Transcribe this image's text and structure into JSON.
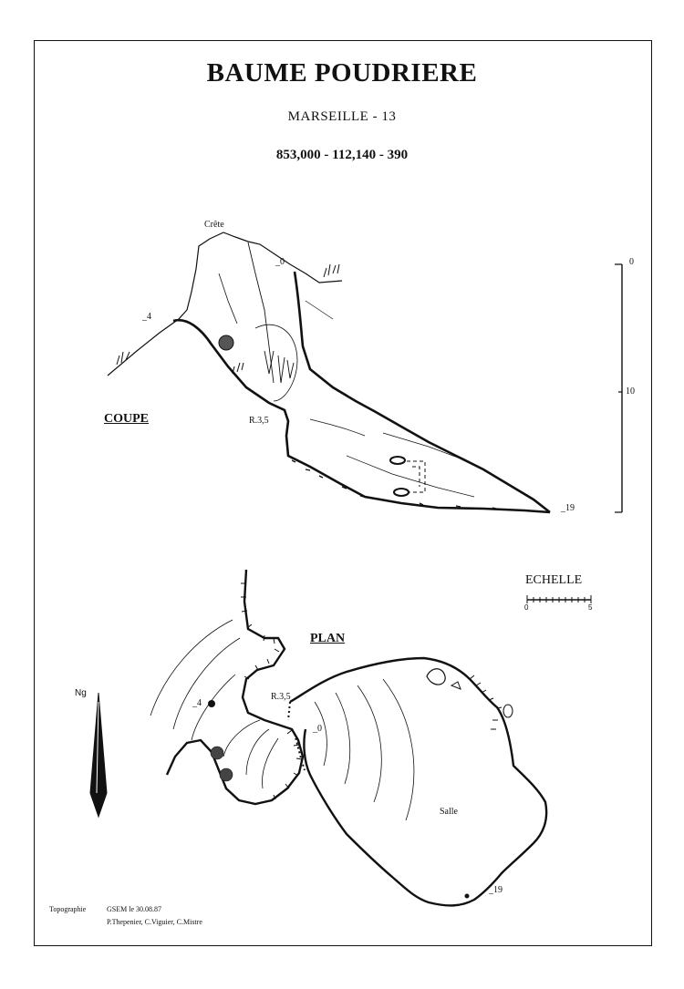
{
  "header": {
    "title": "BAUME POUDRIERE",
    "location": "MARSEILLE - 13",
    "coordinates": "853,000 - 112,140 - 390"
  },
  "coupe": {
    "label": "COUPE",
    "crest_label": "Crête",
    "depth_0": "_0",
    "depth_4": "_4",
    "ressaut": "R.3,5",
    "depth_19": "_19",
    "scale_marks": [
      "0",
      "10"
    ]
  },
  "plan": {
    "label": "PLAN",
    "depth_4": "_4",
    "depth_0": "_0",
    "ressaut": "R.3,5",
    "salle": "Salle",
    "depth_19": "_19",
    "north": "Ng"
  },
  "scale": {
    "label": "ECHELLE",
    "start": "0",
    "end": "5"
  },
  "credits": {
    "topo_label": "Topographie",
    "topo_value": "GSEM le 30.08.87",
    "authors": "P.Thepenier, C.Viguier, C.Mistre"
  }
}
